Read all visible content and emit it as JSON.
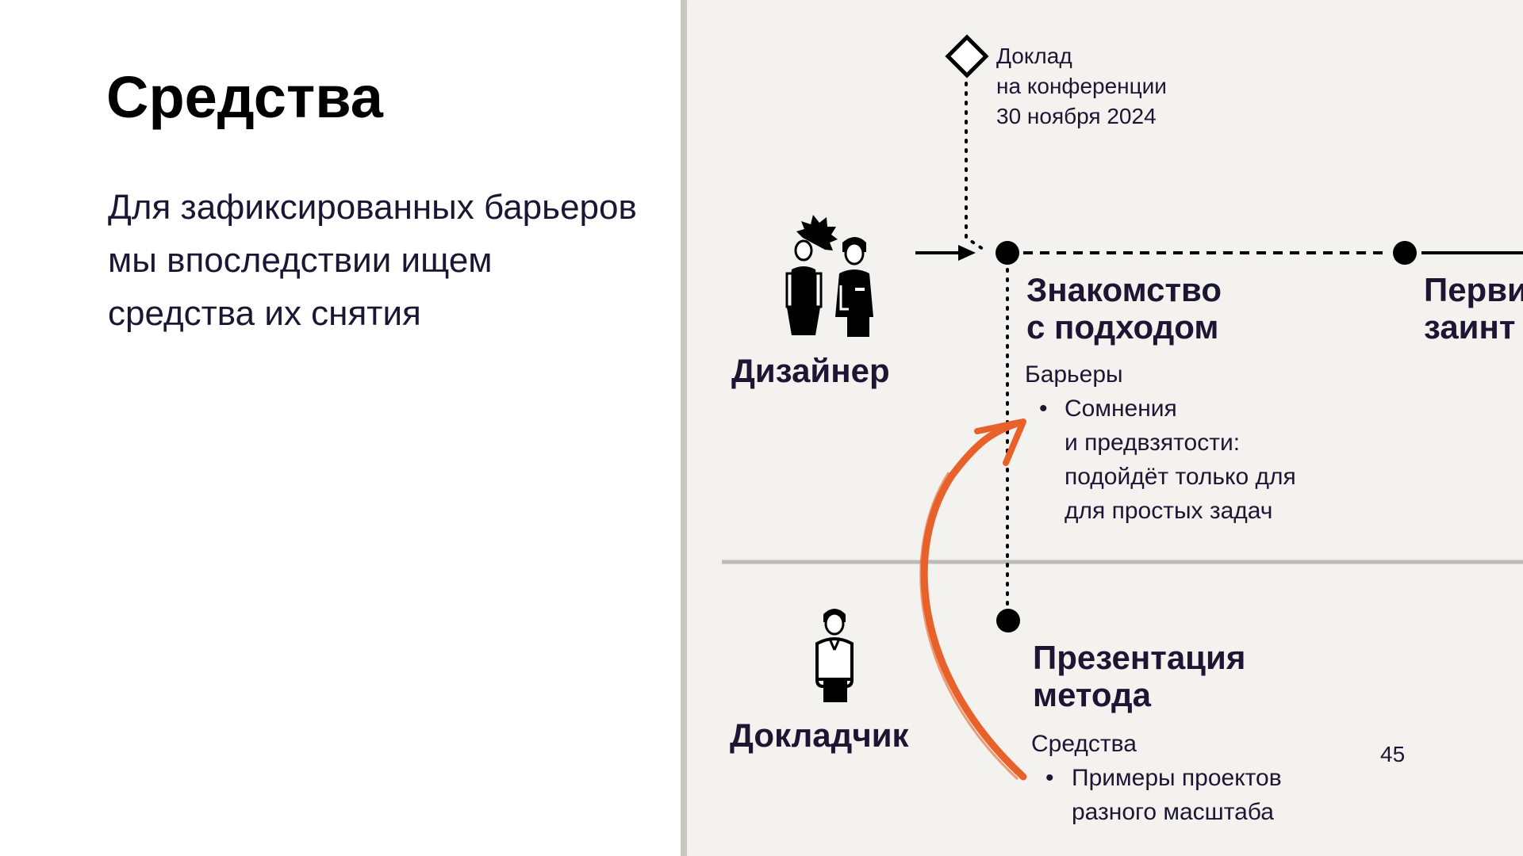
{
  "slide": {
    "title": "Средства",
    "description": "Для зафиксированных барьеров мы впоследствии ищем средства их снятия",
    "page_number": "45"
  },
  "milestone": {
    "line1": "Доклад",
    "line2": "на конференции",
    "line3": "30 ноября 2024"
  },
  "roles": {
    "designer": "Дизайнер",
    "speaker": "Докладчик"
  },
  "stages": {
    "intro": {
      "title_line1": "Знакомство",
      "title_line2": "с подходом",
      "section_label": "Барьеры",
      "bullet_lines": [
        "Сомнения",
        "и предвзятости:",
        "подойдёт только для",
        "для простых задач"
      ]
    },
    "next": {
      "title_line1": "Перви",
      "title_line2": "заинт"
    },
    "presentation": {
      "title_line1": "Презентация",
      "title_line2": "метода",
      "section_label": "Средства",
      "bullet_lines": [
        "Примеры проектов",
        "разного масштаба"
      ]
    }
  },
  "colors": {
    "accent_arrow": "#e8602a",
    "ink": "#1c1633",
    "lane_divider": "#bdbbb5",
    "panel_bg": "#f3f2ef"
  },
  "icons": {
    "milestone": "diamond-icon",
    "designer_persons": "designer-persons-icon",
    "speaker_person": "speaker-person-icon",
    "flow": "arrow-right-icon",
    "link": "curved-arrow-icon"
  }
}
